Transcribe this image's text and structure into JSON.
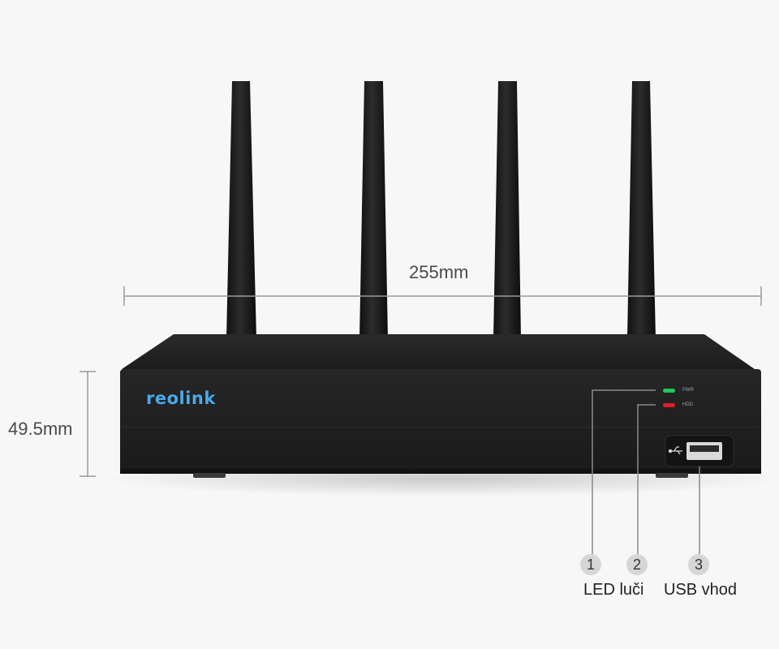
{
  "dimensions": {
    "width": "255mm",
    "height": "49.5mm"
  },
  "device": {
    "brand": "reolink",
    "leds": [
      {
        "label": "PWR",
        "color": "#22c55e"
      },
      {
        "label": "HDD",
        "color": "#e11d2a"
      }
    ],
    "port_icon": "usb-icon"
  },
  "callouts": [
    {
      "number": "1"
    },
    {
      "number": "2"
    },
    {
      "number": "3"
    }
  ],
  "captions": {
    "led": "LED luči",
    "usb": "USB vhod"
  }
}
